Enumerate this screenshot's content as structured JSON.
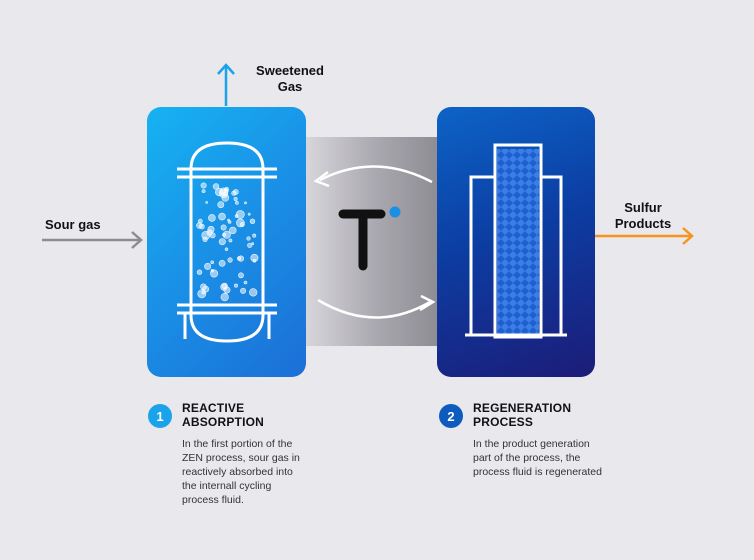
{
  "inputs": {
    "sour_gas": "Sour gas"
  },
  "outputs": {
    "sweetened_gas_line1": "Sweetened",
    "sweetened_gas_line2": "Gas",
    "sulfur_products_line1": "Sulfur",
    "sulfur_products_line2": "Products"
  },
  "steps": [
    {
      "number": "1",
      "title_line1": "REACTIVE",
      "title_line2": "ABSORPTION",
      "desc_lines": [
        "In the first portion of the",
        "ZEN process, sour gas in",
        "reactively absorbed into",
        "the internall cycling",
        "process fluid."
      ],
      "color": "#1aa3ea"
    },
    {
      "number": "2",
      "title_line1": "REGENERATION",
      "title_line2": "PROCESS",
      "desc_lines": [
        "In the product generation",
        "part of the process, the",
        "process fluid is regenerated"
      ],
      "color": "#0d5bbf"
    }
  ],
  "colors": {
    "sweet_arrow": "#1aa3ea",
    "sulfur_arrow": "#f7941d",
    "sour_arrow": "#8d8c91",
    "logo_dot": "#1a8fe6"
  },
  "icons": [
    "absorber-vessel-icon",
    "regenerator-column-icon",
    "cycle-arrows-icon",
    "t-logo-icon"
  ]
}
